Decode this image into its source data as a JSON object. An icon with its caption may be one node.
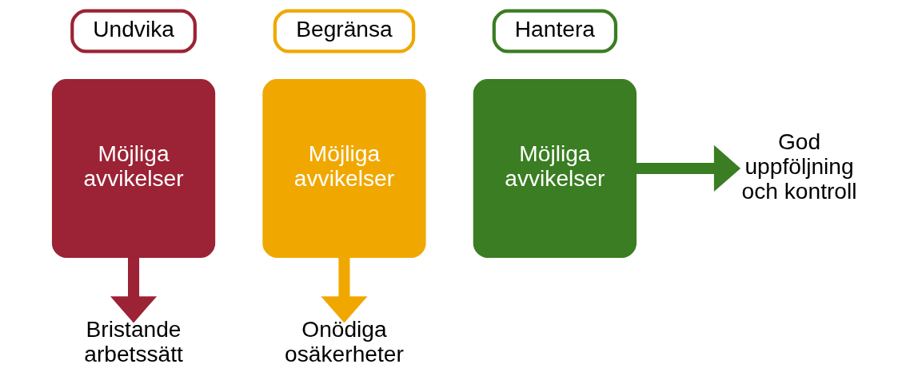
{
  "diagram": {
    "nodes": [
      {
        "text": [
          "Undvika"
        ]
      },
      {
        "text": [
          "Möjliga avvikelser"
        ]
      },
      {
        "text": [
          "Bristande arbetssätt"
        ]
      },
      {
        "text": [
          "Begränsa"
        ]
      },
      {
        "text": [
          "Möjliga avvikelser"
        ]
      },
      {
        "text": [
          "Onödiga osäkerheter"
        ]
      },
      {
        "text": [
          "Hantera"
        ]
      },
      {
        "text": [
          "Möjliga avvikelser"
        ]
      },
      {
        "text": [
          "God uppföljning och kontroll"
        ]
      }
    ],
    "edges": [
      {
        "from": 1,
        "to": 2,
        "arrow": "to",
        "color": "#9b2335"
      },
      {
        "from": 4,
        "to": 5,
        "arrow": "to",
        "color": "#f0a800"
      },
      {
        "from": 7,
        "to": 8,
        "arrow": "to",
        "color": "#3a7d22"
      }
    ]
  }
}
